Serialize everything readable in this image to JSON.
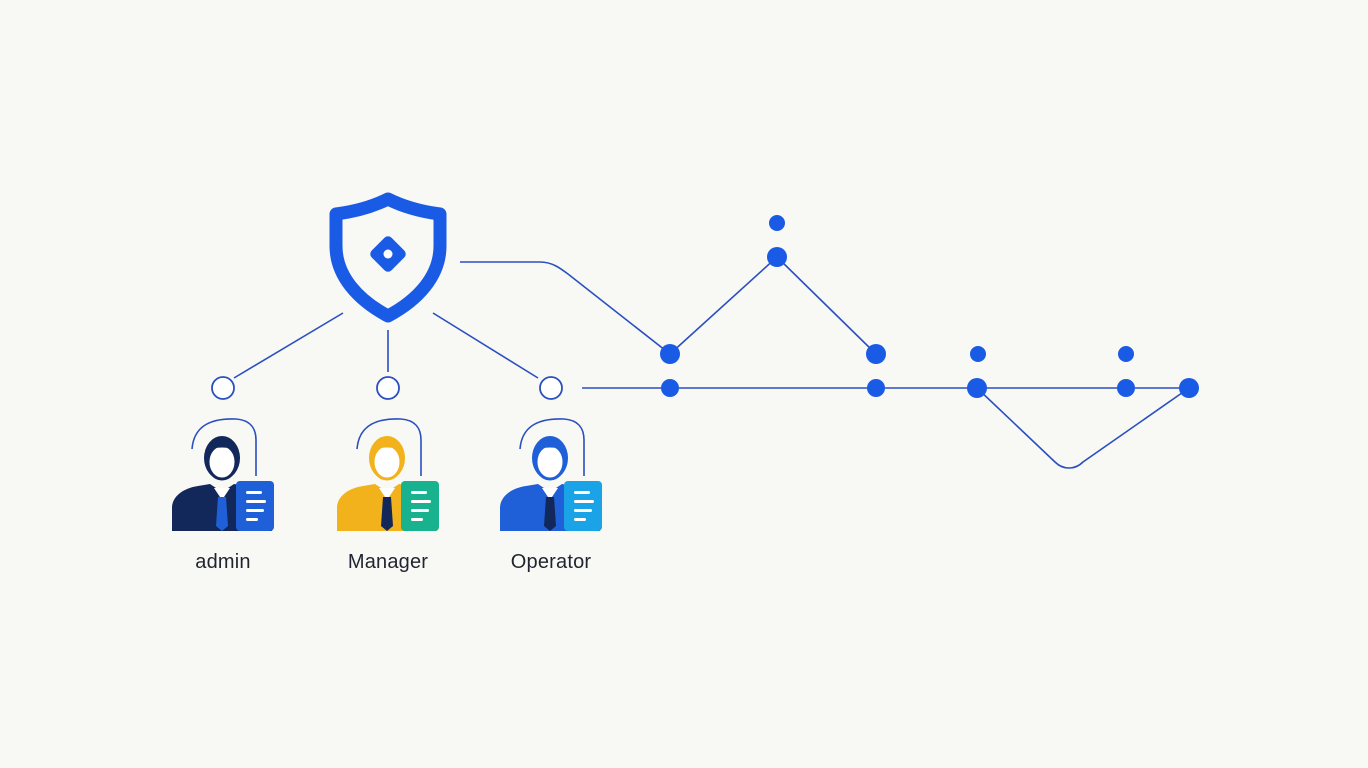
{
  "title": "",
  "colors": {
    "background": "#f8f8f4",
    "accent_blue": "#1a5be6",
    "line_blue": "#2a4fc0",
    "navy": "#13285a",
    "amber": "#f2b21c",
    "teal": "#18b38e",
    "sky": "#1aa3e6",
    "royal": "#1f5fd8"
  },
  "icons": {
    "hub": "shield-icon",
    "user": "person-with-tie-icon",
    "badge": "id-badge-icon"
  },
  "roles": [
    {
      "label": "admin",
      "body_color": "#13285a",
      "badge_color": "#1f5fd8"
    },
    {
      "label": "Manager",
      "body_color": "#f2b21c",
      "badge_color": "#18b38e"
    },
    {
      "label": "Operator",
      "body_color": "#1f5fd8",
      "badge_color": "#1aa3e6"
    }
  ]
}
